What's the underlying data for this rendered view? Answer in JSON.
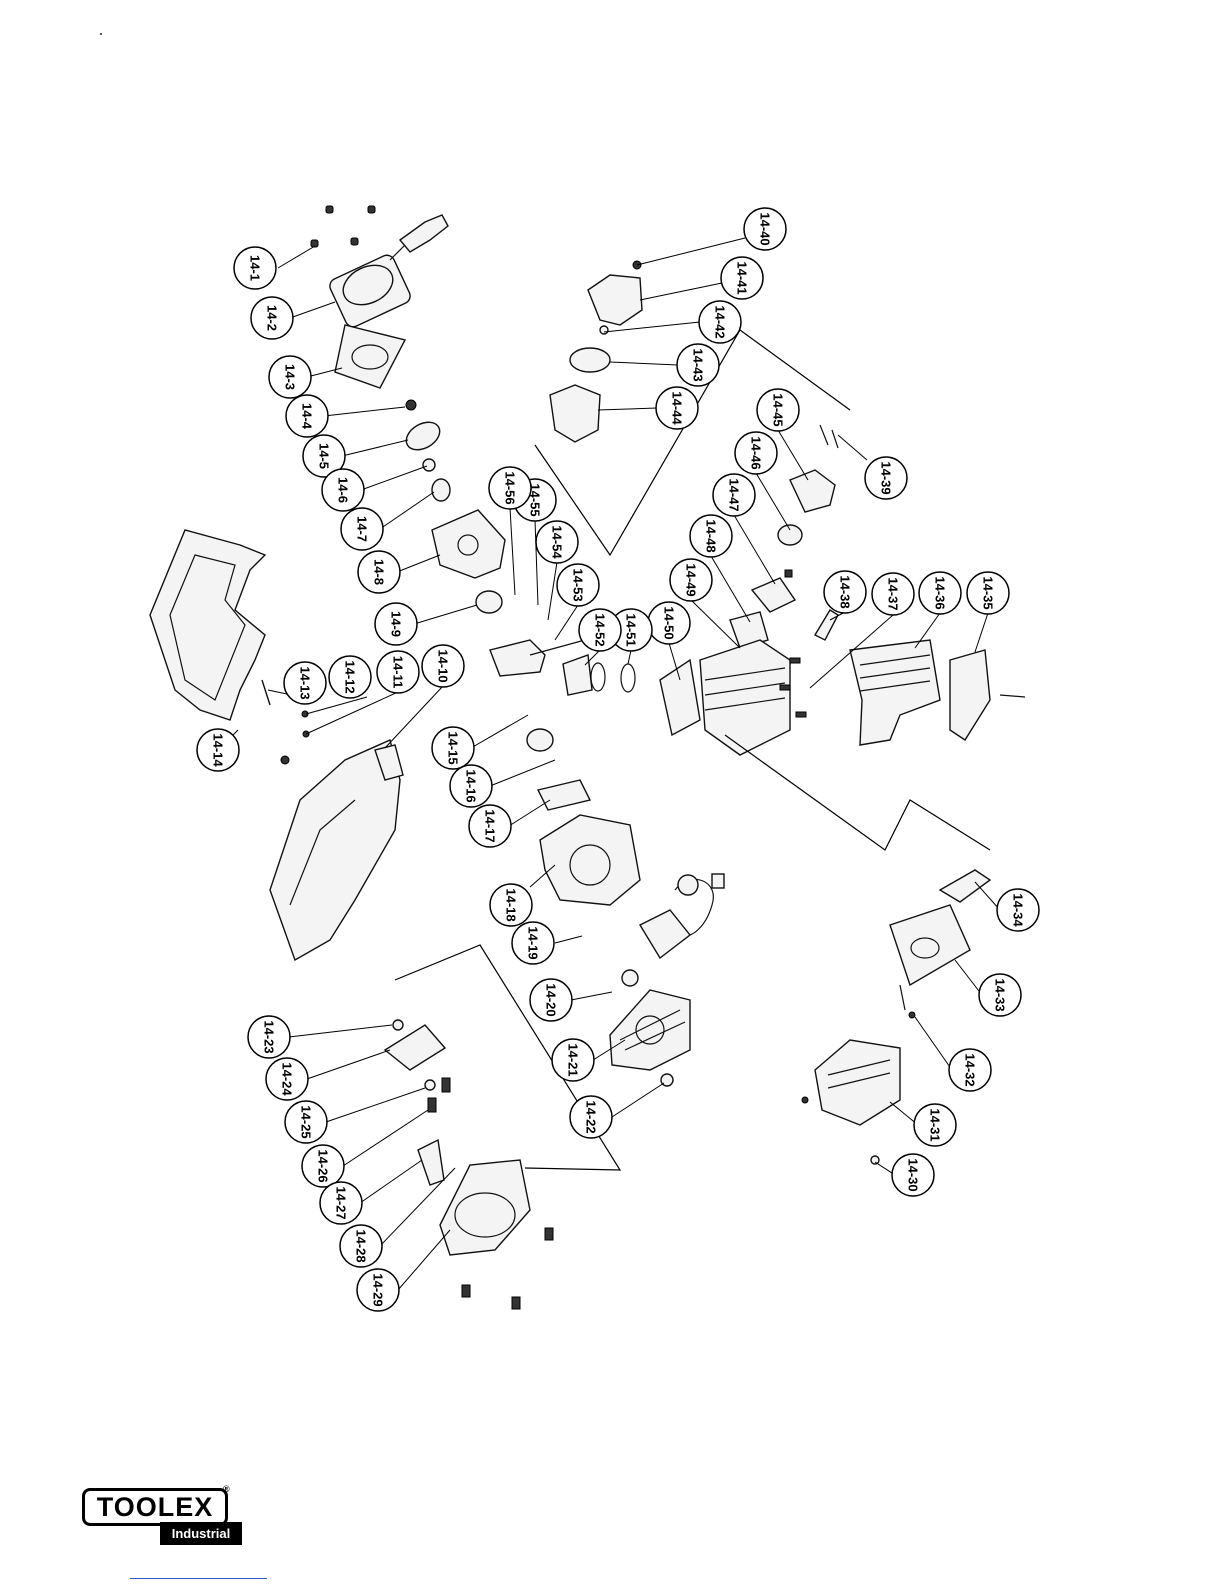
{
  "callouts": [
    "14-1",
    "14-2",
    "14-3",
    "14-4",
    "14-5",
    "14-6",
    "14-7",
    "14-8",
    "14-9",
    "14-10",
    "14-11",
    "14-12",
    "14-13",
    "14-14",
    "14-15",
    "14-16",
    "14-17",
    "14-18",
    "14-19",
    "14-20",
    "14-21",
    "14-22",
    "14-23",
    "14-24",
    "14-25",
    "14-26",
    "14-27",
    "14-28",
    "14-29",
    "14-30",
    "14-31",
    "14-32",
    "14-33",
    "14-34",
    "14-35",
    "14-36",
    "14-37",
    "14-38",
    "14-39",
    "14-40",
    "14-41",
    "14-42",
    "14-43",
    "14-44",
    "14-45",
    "14-46",
    "14-47",
    "14-48",
    "14-49",
    "14-50",
    "14-51",
    "14-52",
    "14-53",
    "14-54",
    "14-55",
    "14-56"
  ],
  "logo": {
    "brand": "TOOLEX",
    "subtitle": "Industrial",
    "registered": "®"
  }
}
